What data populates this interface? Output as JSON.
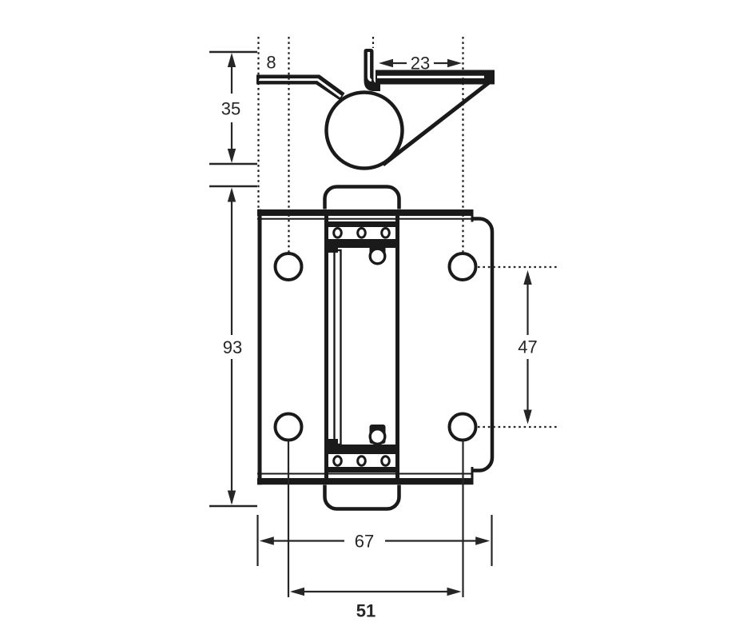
{
  "drawing": {
    "description": "two-view technical drawing of a spring-loaded flap hinge: side profile view on top, front view below, with millimetre dimensions",
    "background_color": "#ffffff",
    "line_color": "#1a1a1a",
    "dimension_color": "#262626",
    "views": {
      "side_view": {
        "name": "side profile with spring coil, flat leaf and hooked tab"
      },
      "front_view": {
        "name": "front view with mounting plate, four screw holes, central spring cartridge"
      }
    },
    "dimensions": {
      "plate_offset": {
        "value": "8"
      },
      "tab_length": {
        "value": "23"
      },
      "profile_height": {
        "value": "35"
      },
      "overall_height": {
        "value": "93"
      },
      "hole_spacing_vertical": {
        "value": "47"
      },
      "overall_width": {
        "value": "67"
      },
      "hole_spacing_horizontal": {
        "value": "51"
      }
    }
  }
}
